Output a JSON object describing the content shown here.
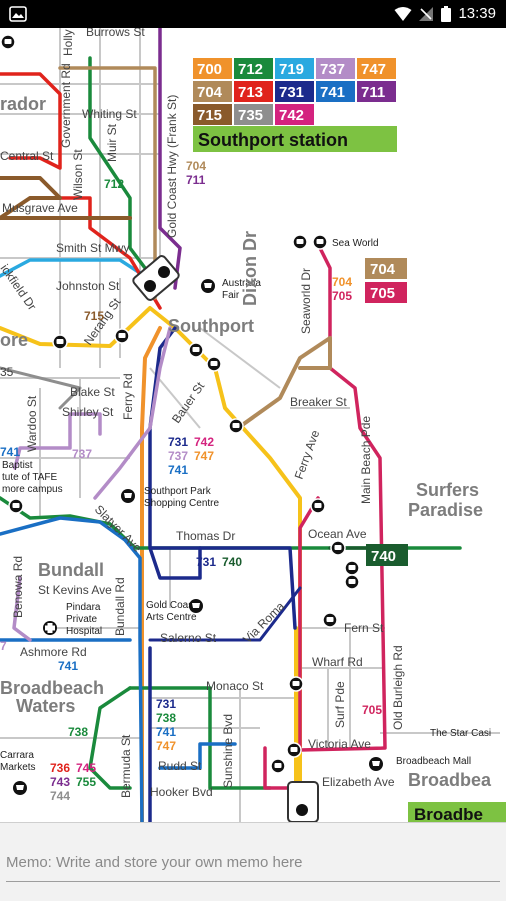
{
  "status_bar": {
    "time": "13:39"
  },
  "memo": {
    "placeholder": "Memo: Write and store your own memo here"
  },
  "map": {
    "route_badges": [
      {
        "label": "700",
        "color": "#f0922b"
      },
      {
        "label": "712",
        "color": "#1a8a3c"
      },
      {
        "label": "719",
        "color": "#2aa9e0"
      },
      {
        "label": "737",
        "color": "#b38cc7"
      },
      {
        "label": "747",
        "color": "#f0922b"
      },
      {
        "label": "704",
        "color": "#b08a5a"
      },
      {
        "label": "713",
        "color": "#e0231c"
      },
      {
        "label": "731",
        "color": "#1c2a8c"
      },
      {
        "label": "741",
        "color": "#1a6fc4"
      },
      {
        "label": "711",
        "color": "#7b2d8f"
      },
      {
        "label": "715",
        "color": "#8a5a2b"
      },
      {
        "label": "735",
        "color": "#8e8e8e"
      },
      {
        "label": "742",
        "color": "#d4237f"
      }
    ],
    "station_banner": "Southport station",
    "places": {
      "southport": "Southport",
      "labrador": "rador",
      "surfers_paradise_1": "Surfers",
      "surfers_paradise_2": "Paradise",
      "bundall": "Bundall",
      "broadbeach_waters_1": "Broadbeach",
      "broadbeach_waters_2": "Waters",
      "broadbeach": "Broadbea",
      "broadbeach_badge": "Broadbe",
      "sea_world": "Sea World",
      "australia_fair_1": "Australia",
      "australia_fair_2": "Fair",
      "southport_park_1": "Southport Park",
      "southport_park_2": "Shopping Centre",
      "gc_arts_1": "Gold Coast",
      "gc_arts_2": "Arts Centre",
      "pindara_1": "Pindara",
      "pindara_2": "Private",
      "pindara_3": "Hospital",
      "broadbeach_mall": "Broadbeach Mall",
      "star_casino": "The Star Casi",
      "carrara_1": "Carrara",
      "carrara_2": "Markets",
      "tafe_1": "Baptist",
      "tafe_2": "tute of TAFE",
      "tafe_3": "more campus",
      "more": "ore"
    },
    "streets": {
      "burrows": "Burrows St",
      "holly": "Holly",
      "whiting": "Whiting St",
      "government": "Government Rd",
      "central": "Central St",
      "wilson": "Wilson St",
      "muir": "Muir St",
      "musgrave": "Musgrave Ave",
      "smith": "Smith St Mwy",
      "johnston": "Johnston St",
      "nerang": "Nerang St",
      "brickfield": "ickfield Dr",
      "gold_coast_hwy": "Gold Coast Hwy (Frank St)",
      "dixon": "Dixon Dr",
      "seaworld": "Seaworld Dr",
      "breaker": "Breaker St",
      "ferry_ave": "Ferry Ave",
      "main_beach": "Main Beach Pde",
      "ocean": "Ocean Ave",
      "bauer": "Bauer St",
      "blake": "Blake St",
      "shirley": "Shirley St",
      "ferry_rd": "Ferry Rd",
      "wardoo": "Wardoo St",
      "slatyer": "Slatyer Ave",
      "thomas": "Thomas Dr",
      "st_kevins": "St Kevins Ave",
      "benowa": "Benowa Rd",
      "bundall_rd": "Bundall Rd",
      "salerno": "Salerno St",
      "via_roma": "Via Roma",
      "ferny": "Fern St",
      "wharf": "Wharf Rd",
      "surf": "Surf Pde",
      "old_burleigh": "Old Burleigh Rd",
      "monaco": "Monaco St",
      "ashmore": "Ashmore Rd",
      "bermuda": "Bermuda St",
      "sunshine": "Sunshine Bvd",
      "rudd": "Rudd St",
      "hooker": "Hooker Bvd",
      "victoria": "Victoria Ave",
      "elizabeth": "Elizabeth Ave",
      "number_35": "35"
    },
    "route_labels": {
      "r704": "704",
      "r711": "711",
      "r715": "715",
      "r712": "712",
      "r704b": "704",
      "r705": "705",
      "r705b": "705",
      "r731": "731",
      "r742": "742",
      "r737": "737",
      "r747": "747",
      "r741": "741",
      "r737b": "737",
      "r741b": "741",
      "r731b": "731",
      "r740": "740",
      "r741c": "741",
      "r731c": "731",
      "r738": "738",
      "r741d": "741",
      "r747b": "747",
      "r738b": "738",
      "r736": "736",
      "r745": "745",
      "r743": "743",
      "r755": "755",
      "r744": "744",
      "r7": "7"
    },
    "side_badges": [
      {
        "label": "704",
        "color": "#b08a5a"
      },
      {
        "label": "705",
        "color": "#d0245e"
      }
    ],
    "badge_740": {
      "label": "740",
      "color": "#1a5c2e"
    }
  }
}
